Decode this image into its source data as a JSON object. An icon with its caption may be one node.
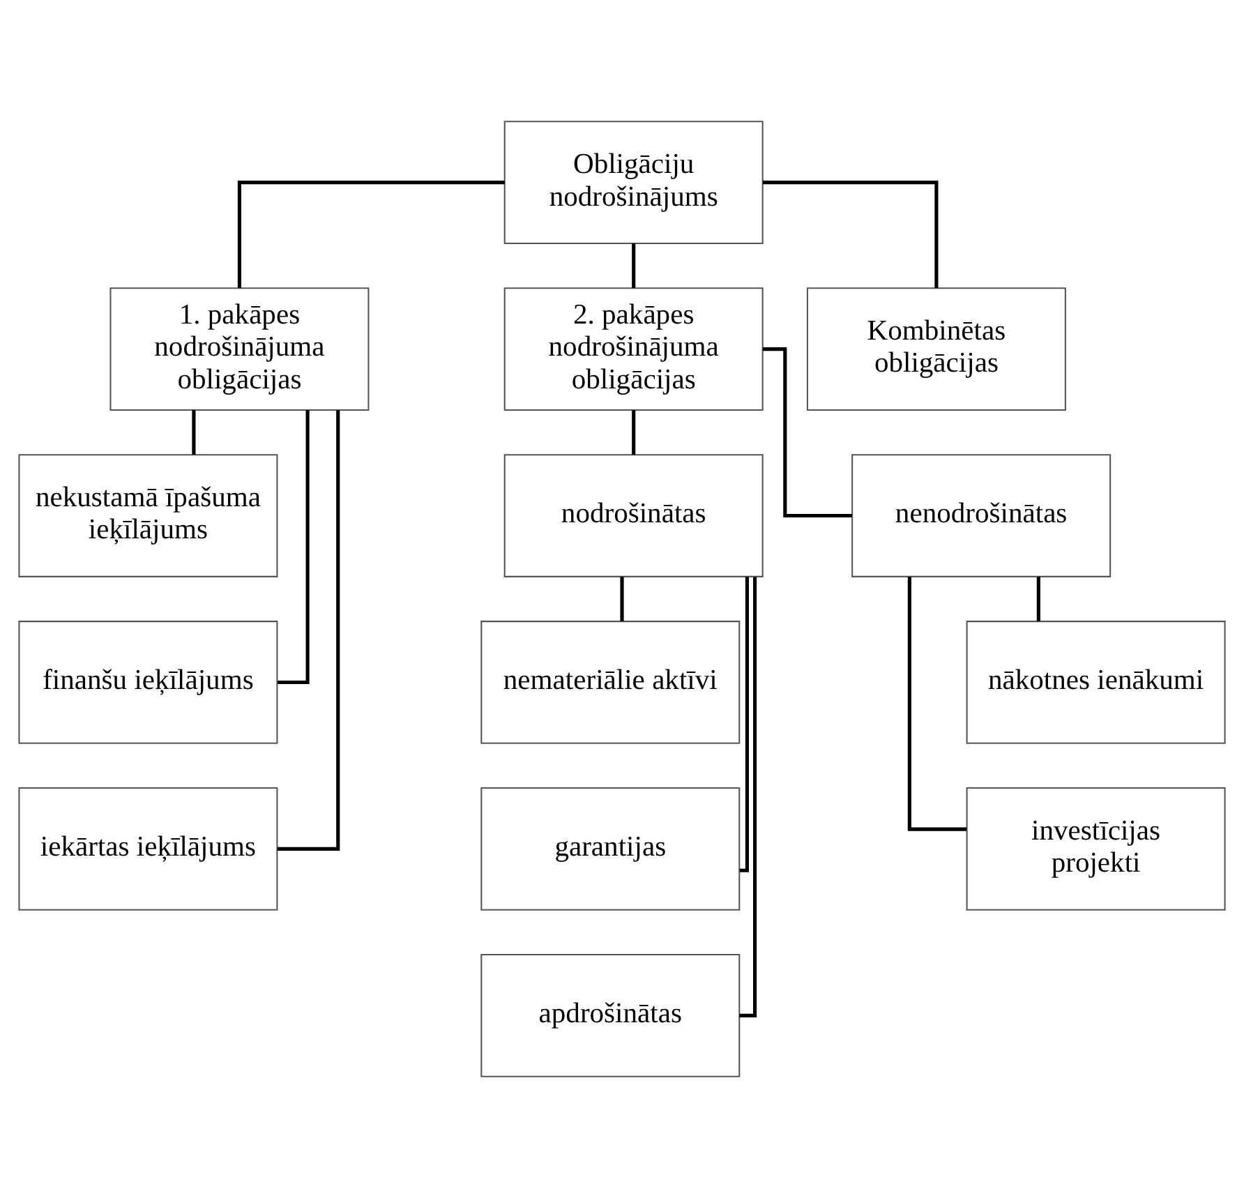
{
  "diagram": {
    "nodes": [
      {
        "text": [
          "Obligāciju nodrošinājums"
        ]
      },
      {
        "text": [
          "1. pakāpes nodrošinājuma obligācijas"
        ]
      },
      {
        "text": [
          "2. pakāpes nodrošinājuma obligācijas"
        ]
      },
      {
        "text": [
          "Kombinētas obligācijas"
        ]
      },
      {
        "text": [
          "nekustamā īpašuma ieķīlājums"
        ]
      },
      {
        "text": [
          "finanšu ieķīlājums"
        ]
      },
      {
        "text": [
          "iekārtas ieķīlājums"
        ]
      },
      {
        "text": [
          "nodrošinātas"
        ]
      },
      {
        "text": [
          "nenodrošinātas"
        ]
      },
      {
        "text": [
          "nemateriālie aktīvi"
        ]
      },
      {
        "text": [
          "garantijas"
        ]
      },
      {
        "text": [
          "apdrošinātas"
        ]
      },
      {
        "text": [
          "nākotnes ienākumi"
        ]
      },
      {
        "text": [
          "investīcijas projekti"
        ]
      }
    ],
    "edges": [
      {
        "from": 0,
        "to": 1,
        "arrow": "none"
      },
      {
        "from": 0,
        "to": 2,
        "arrow": "none"
      },
      {
        "from": 0,
        "to": 3,
        "arrow": "none"
      },
      {
        "from": 1,
        "to": 4,
        "arrow": "none"
      },
      {
        "from": 1,
        "to": 5,
        "arrow": "none"
      },
      {
        "from": 1,
        "to": 6,
        "arrow": "none"
      },
      {
        "from": 2,
        "to": 7,
        "arrow": "none"
      },
      {
        "from": 2,
        "to": 8,
        "arrow": "none"
      },
      {
        "from": 7,
        "to": 9,
        "arrow": "none"
      },
      {
        "from": 7,
        "to": 10,
        "arrow": "none"
      },
      {
        "from": 7,
        "to": 11,
        "arrow": "none"
      },
      {
        "from": 8,
        "to": 12,
        "arrow": "none"
      },
      {
        "from": 8,
        "to": 13,
        "arrow": "none"
      }
    ]
  }
}
